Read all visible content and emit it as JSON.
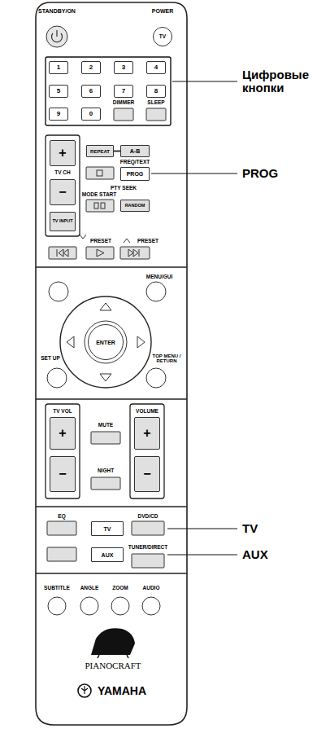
{
  "diagram": {
    "nodes": [
      {
        "text": [
          "TV"
        ]
      },
      {
        "text": [
          "1"
        ]
      },
      {
        "text": [
          "2"
        ]
      },
      {
        "text": [
          "3"
        ]
      },
      {
        "text": [
          "4"
        ]
      },
      {
        "text": [
          "5"
        ]
      },
      {
        "text": [
          "6"
        ]
      },
      {
        "text": [
          "7"
        ]
      },
      {
        "text": [
          "8"
        ]
      },
      {
        "text": [
          "9"
        ]
      },
      {
        "text": [
          "0"
        ]
      },
      {
        "text": [
          "+"
        ]
      },
      {
        "text": [
          "REPEAT"
        ]
      },
      {
        "text": [
          "A-B"
        ]
      },
      {
        "text": [
          "−"
        ]
      },
      {
        "text": [
          "PROG"
        ]
      },
      {
        "text": [
          "TV INPUT"
        ]
      },
      {
        "text": [
          "RANDOM"
        ]
      },
      {
        "text": [
          "ENTER"
        ]
      },
      {
        "text": [
          "+"
        ]
      },
      {
        "text": [
          "+"
        ]
      },
      {
        "text": [
          "−"
        ]
      },
      {
        "text": [
          "−"
        ]
      },
      {
        "text": [
          "TV"
        ]
      },
      {
        "text": [
          "AUX"
        ]
      }
    ],
    "edges": [
      {
        "from": 12,
        "to": 13,
        "arrow": "none"
      }
    ],
    "labels": [
      "STANDBY/ON",
      "POWER",
      "DIMMER",
      "SLEEP",
      "Цифровые кнопки",
      "TV CH",
      "FREQ/TEXT",
      "PROG",
      "PTY SEEK",
      "MODE START",
      "PRESET",
      "PRESET",
      "MENU/GUI",
      "SET UP",
      "TOP MENU / RETURN",
      "TV VOL",
      "VOLUME",
      "MUTE",
      "NIGHT",
      "EQ",
      "DVD/CD",
      "TV",
      "TUNER/DIRECT",
      "AUX",
      "SUBTITLE",
      "ANGLE",
      "ZOOM",
      "AUDIO",
      "PIANOCRAFT",
      "YAMAHA"
    ]
  }
}
